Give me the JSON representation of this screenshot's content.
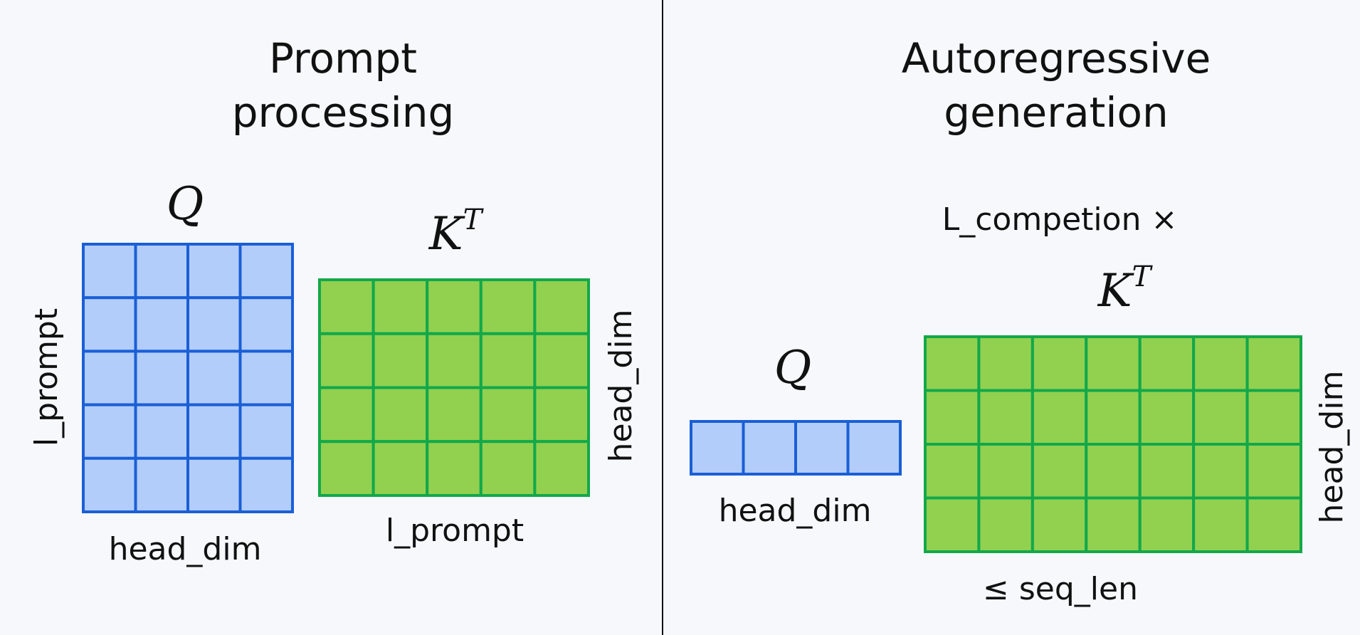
{
  "colors": {
    "background": "#f6f8fc",
    "divider": "#111111",
    "q_fill": "#b3cdfa",
    "q_stroke": "#1a5fd6",
    "k_fill": "#92d050",
    "k_stroke": "#12a84a"
  },
  "left_panel": {
    "title_line1": "Prompt",
    "title_line2": "processing",
    "q_matrix": {
      "symbol": "Q",
      "rows": 5,
      "cols": 4,
      "row_label": "l_prompt",
      "col_label": "head_dim"
    },
    "k_matrix": {
      "symbol": "K",
      "superscript": "T",
      "rows": 4,
      "cols": 5,
      "row_label": "head_dim",
      "col_label": "l_prompt"
    }
  },
  "right_panel": {
    "title_line1": "Autoregressive",
    "title_line2": "generation",
    "repeat_label": "L_competion ×",
    "q_matrix": {
      "symbol": "Q",
      "rows": 1,
      "cols": 4,
      "col_label": "head_dim"
    },
    "k_matrix": {
      "symbol": "K",
      "superscript": "T",
      "rows": 4,
      "cols": 7,
      "row_label": "head_dim",
      "col_label": "≤ seq_len"
    }
  }
}
